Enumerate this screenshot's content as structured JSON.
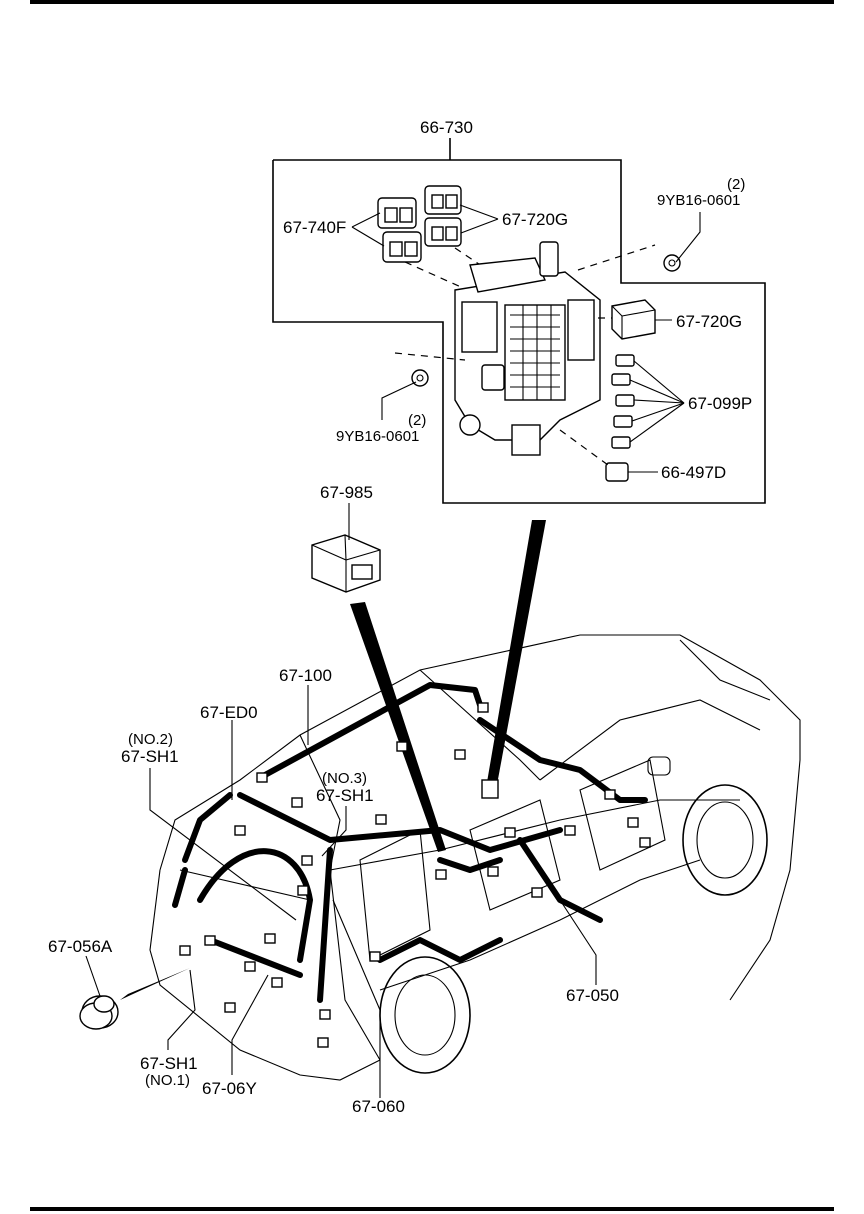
{
  "labels": {
    "fuse_box_assy": "66-730",
    "relay_740f": "67-740F",
    "relay_720g_top": "67-720G",
    "relay_720g_right": "67-720G",
    "fuse_099p": "67-099P",
    "fuse_puller": "66-497D",
    "nut_top": "9YB16-0601",
    "nut_top_qty": "(2)",
    "nut_left": "9YB16-0601",
    "nut_left_qty": "(2)",
    "connector_985": "67-985",
    "harness_100": "67-100",
    "harness_ed0": "67-ED0",
    "shield_no2_tag": "(NO.2)",
    "shield_no2": "67-SH1",
    "shield_no3_tag": "(NO.3)",
    "shield_no3": "67-SH1",
    "grommet_056a": "67-056A",
    "shield_no1": "67-SH1",
    "shield_no1_tag": "(NO.1)",
    "harness_06y": "67-06Y",
    "harness_060": "67-060",
    "harness_050": "67-050"
  }
}
